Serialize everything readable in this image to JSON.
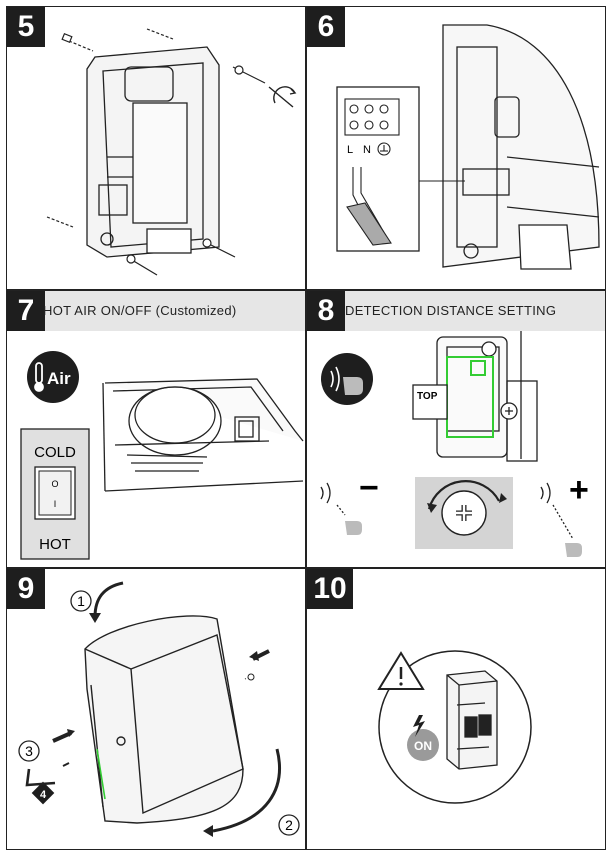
{
  "panels": [
    {
      "number": "5"
    },
    {
      "number": "6",
      "terminal_labels": [
        "L",
        "N"
      ]
    },
    {
      "number": "7",
      "title": "HOT AIR ON/OFF (Customized)",
      "air_label": "Air",
      "switch_top": "COLD",
      "switch_bottom": "HOT",
      "switch_marks": [
        "O",
        "I"
      ]
    },
    {
      "number": "8",
      "title": "DETECTION DISTANCE SETTING",
      "top_label": "TOP",
      "minus": "−",
      "plus": "+"
    },
    {
      "number": "9",
      "steps": [
        "1",
        "2",
        "3",
        "4"
      ]
    },
    {
      "number": "10",
      "switch_state": "ON"
    }
  ],
  "colors": {
    "number_box": "#1e1e1e",
    "title_bar": "#e6e6e6",
    "highlight": "#33cc33",
    "dial_bg": "#d4d4d4"
  },
  "icons": [
    "screw-icon",
    "screwdriver-icon",
    "thermometer-icon",
    "hand-sensor-icon",
    "warning-icon",
    "lightning-icon",
    "allen-key-icon"
  ]
}
